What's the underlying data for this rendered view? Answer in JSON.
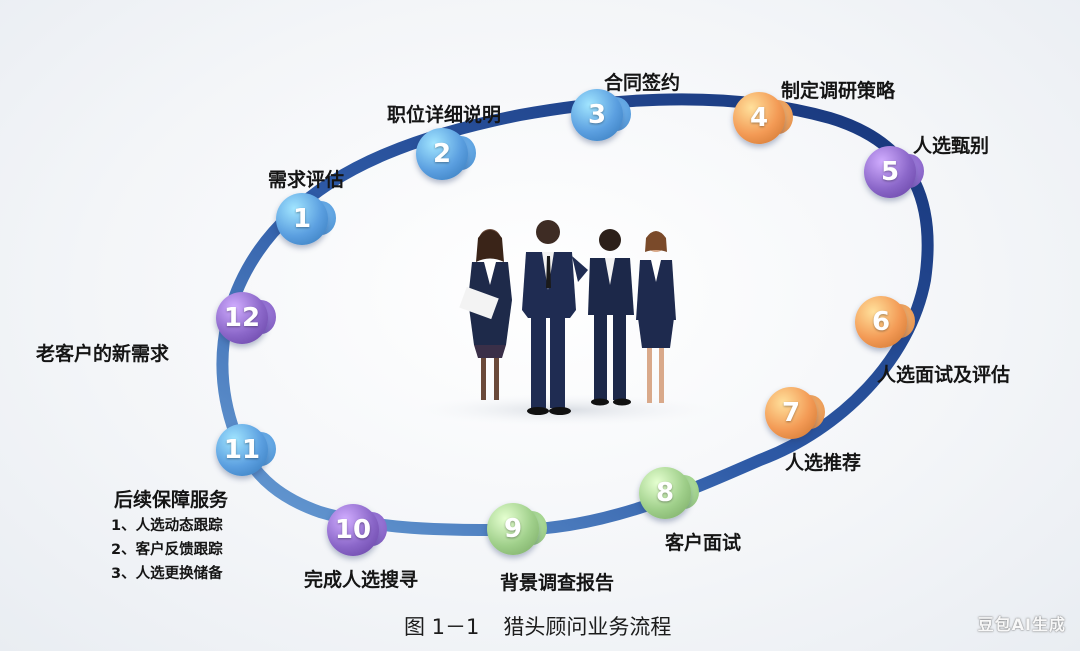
{
  "title": "猎头顾问业务流程",
  "figure_number": "图 1－1",
  "watermark": "豆包AI生成",
  "colors": {
    "ring": "#1f3f86",
    "ring_light": "#5f93cc",
    "blue": "#5b9fe0",
    "purple": "#8b67c9",
    "orange": "#f39a55",
    "green": "#9fcf8a"
  },
  "steps": [
    {
      "number": "1",
      "label": "需求评估",
      "color": "blue"
    },
    {
      "number": "2",
      "label": "职位详细说明",
      "color": "blue"
    },
    {
      "number": "3",
      "label": "合同签约",
      "color": "blue"
    },
    {
      "number": "4",
      "label": "制定调研策略",
      "color": "orange"
    },
    {
      "number": "5",
      "label": "人选甄别",
      "color": "purple"
    },
    {
      "number": "6",
      "label": "人选面试及评估",
      "color": "orange"
    },
    {
      "number": "7",
      "label": "人选推荐",
      "color": "orange"
    },
    {
      "number": "8",
      "label": "客户面试",
      "color": "green"
    },
    {
      "number": "9",
      "label": "背景调查报告",
      "color": "green"
    },
    {
      "number": "10",
      "label": "完成人选搜寻",
      "color": "purple"
    },
    {
      "number": "11",
      "label": "后续保障服务",
      "color": "blue"
    },
    {
      "number": "12",
      "label": "老客户的新需求",
      "color": "purple"
    }
  ],
  "service_items": [
    "1、人选动态跟踪",
    "2、客户反馈跟踪",
    "3、人选更换储备"
  ]
}
